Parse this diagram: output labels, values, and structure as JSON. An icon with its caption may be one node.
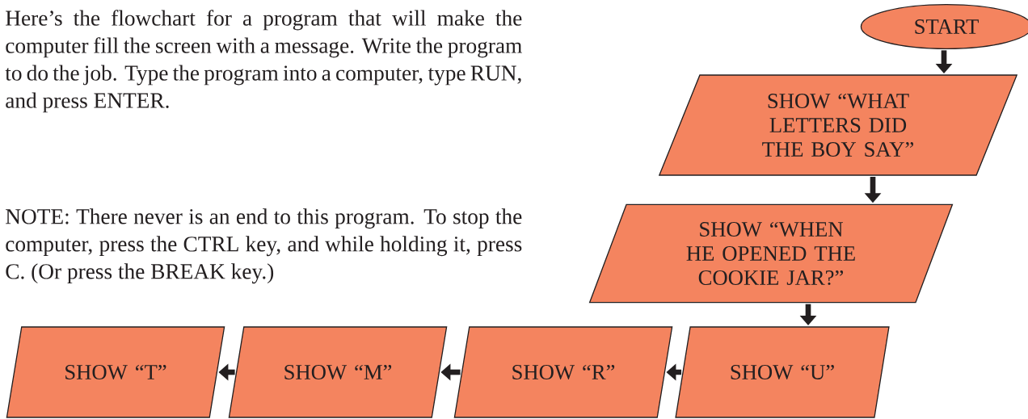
{
  "diagram": {
    "nodes": [
      {
        "text": [
          "START"
        ]
      },
      {
        "text": [
          "SHOW “WHAT LETTERS DID THE BOY SAY”"
        ]
      },
      {
        "text": [
          "SHOW “WHEN HE OPENED THE COOKIE JAR?”"
        ]
      },
      {
        "text": [
          "SHOW “U”"
        ]
      },
      {
        "text": [
          "SHOW “R”"
        ]
      },
      {
        "text": [
          "SHOW “M”"
        ]
      },
      {
        "text": [
          "SHOW “T”"
        ]
      }
    ],
    "edges": [
      {
        "from": 0,
        "to": 1,
        "arrow": "to"
      },
      {
        "from": 1,
        "to": 2,
        "arrow": "to"
      },
      {
        "from": 2,
        "to": 3,
        "arrow": "to"
      },
      {
        "from": 3,
        "to": 4,
        "arrow": "to"
      },
      {
        "from": 4,
        "to": 5,
        "arrow": "to"
      },
      {
        "from": 5,
        "to": 6,
        "arrow": "to"
      }
    ],
    "labels": [
      "Here’s the flowchart for a program that will make the computer fill the screen with a message. Write the program to do the job. Type the program into a computer, type RUN, and press ENTER.",
      "NOTE: There never is an end to this program. To stop the computer, press the CTRL key, and while holding it, press C. (Or press the BREAK key.)"
    ]
  }
}
